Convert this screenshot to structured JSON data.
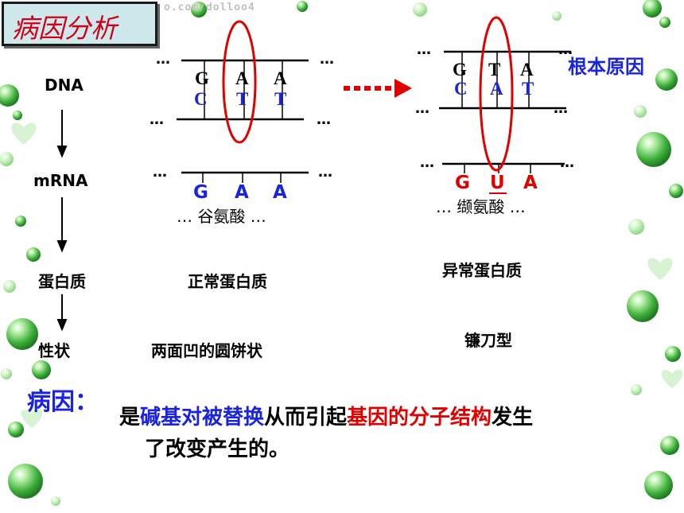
{
  "title": "病因分析",
  "watermark": "o.com/dolloo4",
  "rows": {
    "dna": "DNA",
    "mrna": "mRNA",
    "protein": "蛋白质",
    "trait": "性状"
  },
  "ellipsis": "…",
  "normal": {
    "dna_top": [
      "G",
      "A",
      "A"
    ],
    "dna_bottom": [
      "C",
      "T",
      "T"
    ],
    "mrna": [
      "G",
      "A",
      "A"
    ],
    "amino_acid": "谷氨酸",
    "protein": "正常蛋白质",
    "trait": "两面凹的圆饼状"
  },
  "mutant": {
    "dna_top": [
      "G",
      "T",
      "A"
    ],
    "dna_bottom": [
      "C",
      "A",
      "T"
    ],
    "mrna": [
      "G",
      "U",
      "A"
    ],
    "amino_acid": "缬氨酸",
    "protein": "异常蛋白质",
    "trait": "镰刀型",
    "root_cause": "根本原因"
  },
  "cause": {
    "label": "病因：",
    "p1": "是",
    "p2": "碱基对被替换",
    "p3": "从而引起",
    "p4": "基因的分子结构",
    "p5": "发生",
    "line2": "了改变产生的。"
  },
  "colors": {
    "title": "#d0001b",
    "title_bg": "#cfe8ec",
    "highlight_blue": "#1a24e0",
    "highlight_red": "#e00000",
    "bubble": "#5ec45a"
  }
}
